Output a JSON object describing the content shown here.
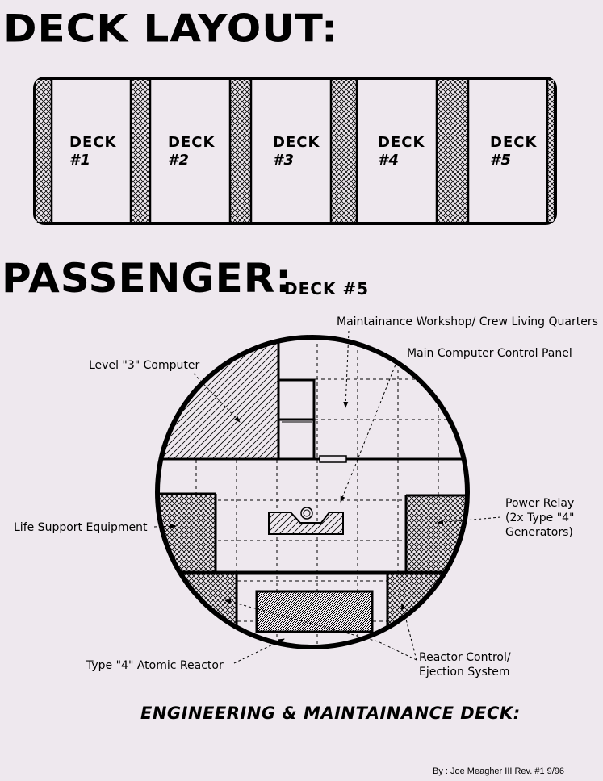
{
  "titles": {
    "deck_layout": "DECK LAYOUT:",
    "passenger": "PASSENGER:",
    "passenger_deck": "DECK #5",
    "engineering": "ENGINEERING & MAINTAINANCE DECK:"
  },
  "decks": [
    {
      "label": "DECK",
      "number": "#1"
    },
    {
      "label": "DECK",
      "number": "#2"
    },
    {
      "label": "DECK",
      "number": "#3"
    },
    {
      "label": "DECK",
      "number": "#4"
    },
    {
      "label": "DECK",
      "number": "#5"
    }
  ],
  "labels": {
    "maintenance_workshop": "Maintainance Workshop/ Crew Living Quarters",
    "main_computer": "Main Computer Control Panel",
    "level3_computer": "Level \"3\" Computer",
    "life_support": "Life Support Equipment",
    "power_relay_1": "Power Relay",
    "power_relay_2": "(2x Type \"4\"",
    "power_relay_3": "Generators)",
    "atomic_reactor": "Type \"4\" Atomic Reactor",
    "reactor_control_1": "Reactor Control/",
    "reactor_control_2": "Ejection System"
  },
  "credit": "By : Joe Meagher III  Rev. #1 9/96"
}
